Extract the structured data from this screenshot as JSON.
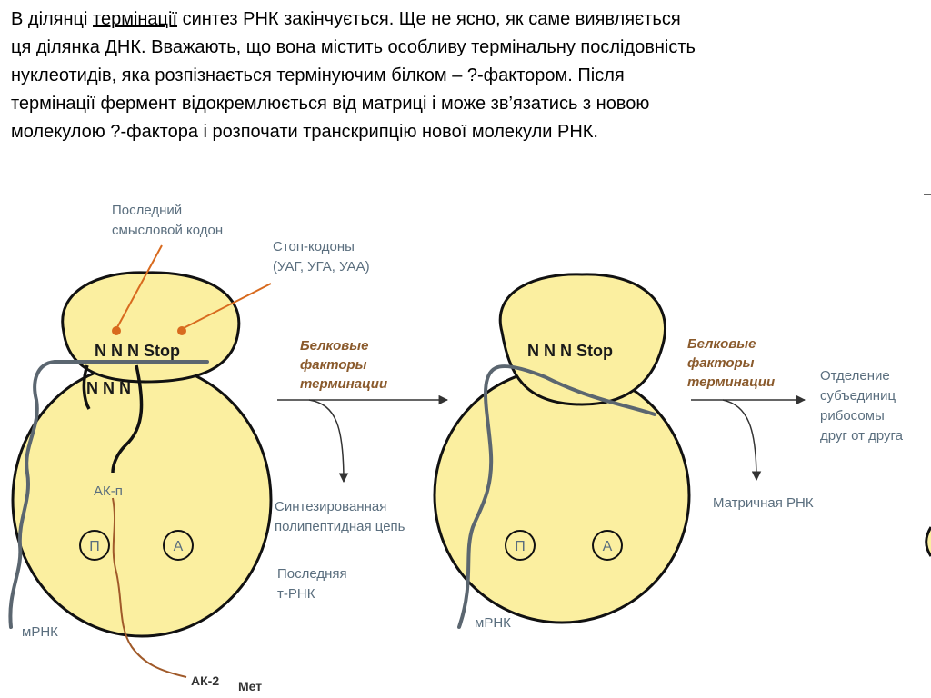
{
  "text": {
    "line1_pre": "В ділянці ",
    "line1_link": "термінації",
    "line1_post": " синтез РНК закінчується. Ще не ясно, як саме виявляється",
    "line2": "ця ділянка ДНК. Вважають, що вона містить особливу термінальну послідовність",
    "line3": "нуклеотидів, яка розпізнається термінуючим білком – ?-фактором. Після",
    "line4": "термінації фермент відокремлюється від матриці і може зв’язатись з новою",
    "line5": "молекулою ?-фактора і розпочати транскрипцію нової молекули РНК."
  },
  "diagram": {
    "last_codon_l1": "Последний",
    "last_codon_l2": "смысловой кодон",
    "stop_codons_l1": "Стоп-кодоны",
    "stop_codons_l2": "(УАГ, УГА, УАА)",
    "mrna_codons_1": "N N N Stop",
    "trna_anticodon": "N N N",
    "factors_1_l1": "Белковые",
    "factors_1_l2": "факторы",
    "factors_1_l3": "терминации",
    "released_chain_l1": "Синтезированная",
    "released_chain_l2": "полипептидная цепь",
    "last_trna_l1": "Последняя",
    "last_trna_l2": "т-РНК",
    "aa_n": "АК-п",
    "aa_2": "АК-2",
    "met": "Мет",
    "site_p_1": "П",
    "site_a_1": "А",
    "mrna_1": "мРНК",
    "mrna_codons_2": "N N N Stop",
    "factors_2_l1": "Белковые",
    "factors_2_l2": "факторы",
    "factors_2_l3": "терминации",
    "matrix_rna": "Матричная РНК",
    "separation_l1": "Отделение",
    "separation_l2": "субъединиц",
    "separation_l3": "рибосомы",
    "separation_l4": "друг от друга",
    "site_p_2": "П",
    "site_a_2": "А",
    "mrna_2": "мРНК"
  },
  "colors": {
    "ribosome_fill": "#fbefa0",
    "pointer_orange": "#d86a1e",
    "strand_gray": "#5b6670",
    "chain_brown": "#a05a2a"
  }
}
